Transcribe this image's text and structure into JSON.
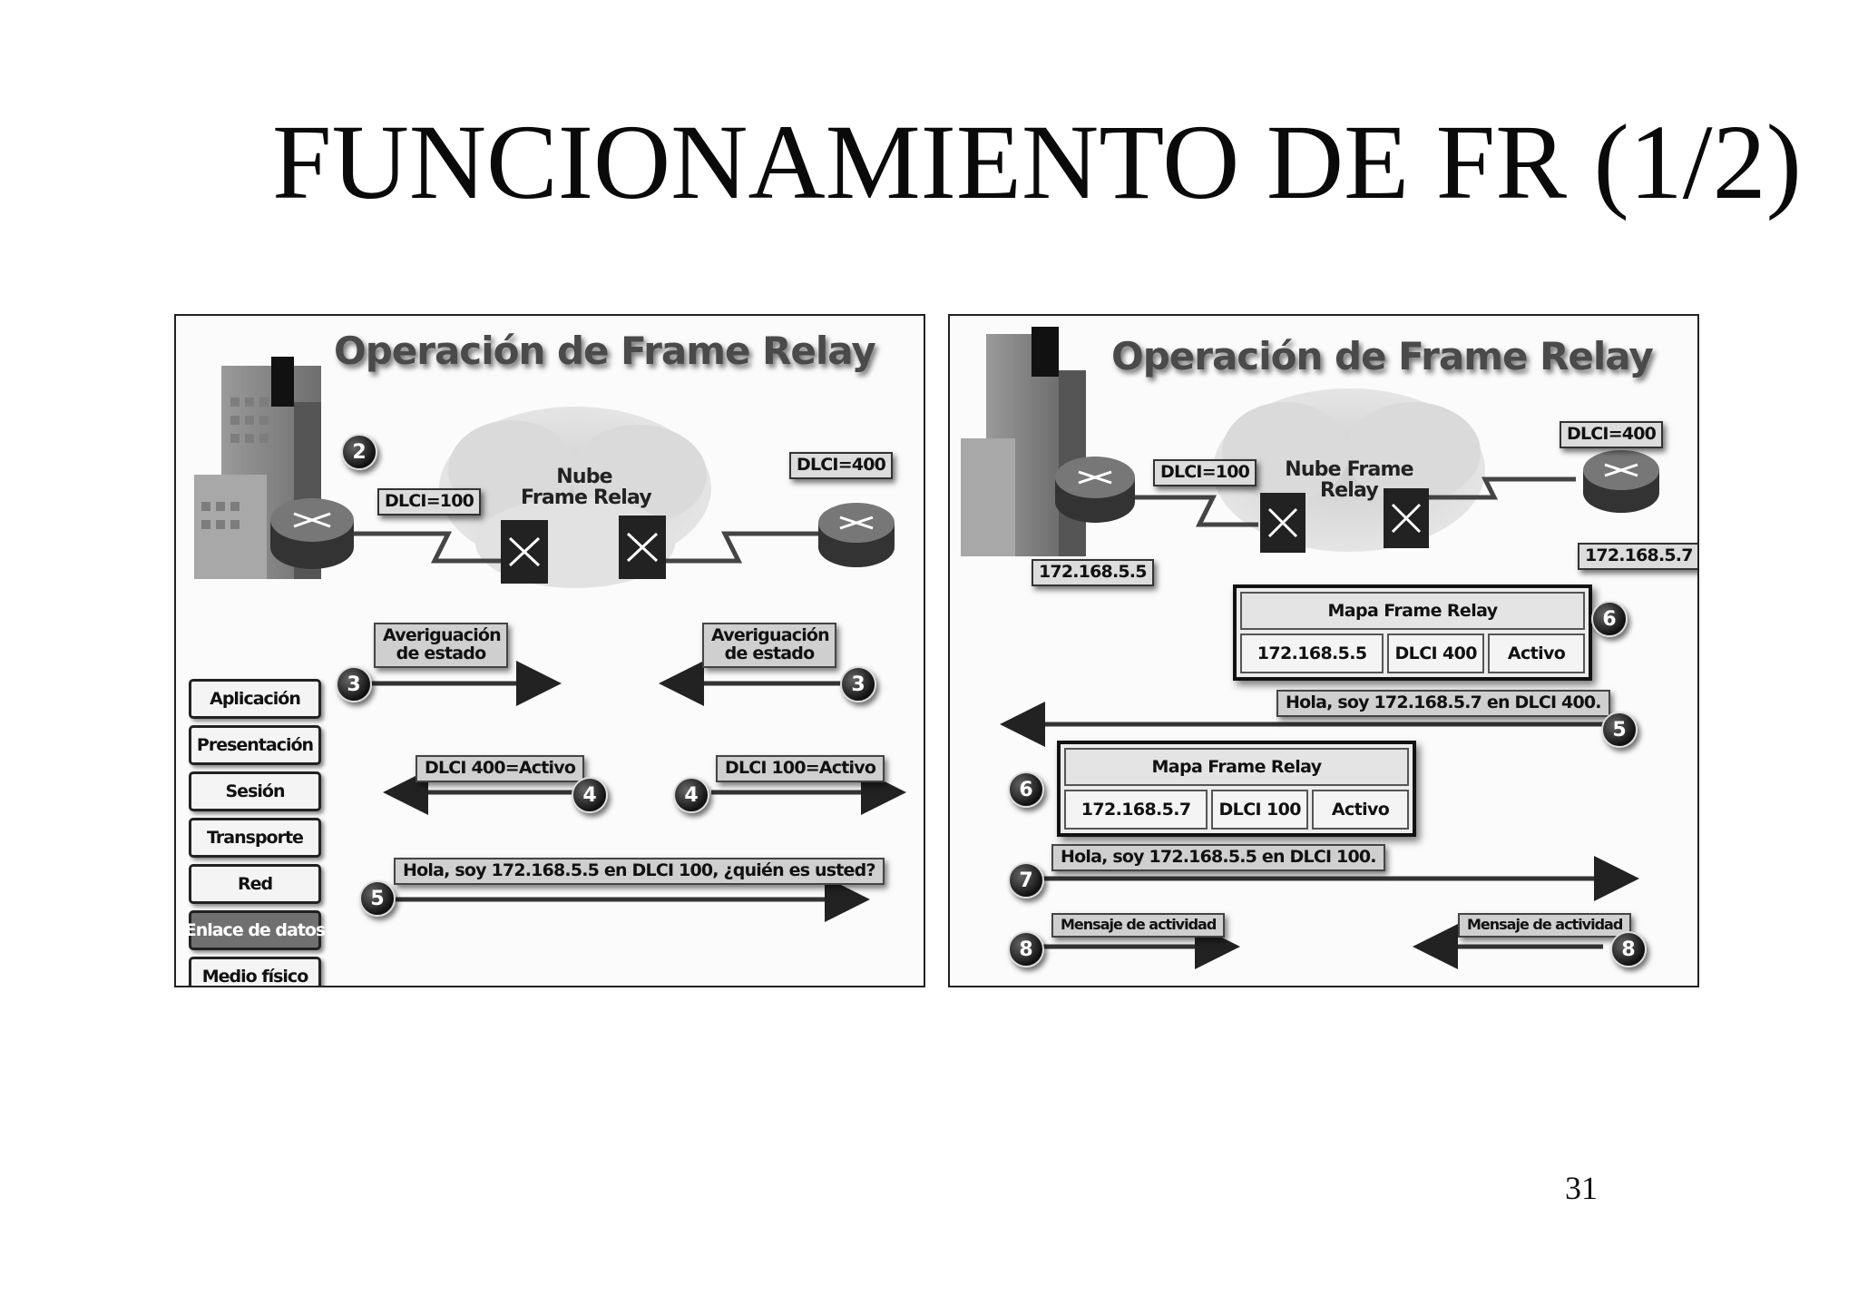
{
  "slide": {
    "title": "FUNCIONAMIENTO DE FR (1/2)",
    "page_number": "31"
  },
  "left_panel": {
    "heading": "Operación de Frame Relay",
    "dlci_local": "DLCI=100",
    "dlci_remote": "DLCI=400",
    "cloud_label_line1": "Nube",
    "cloud_label_line2": "Frame Relay",
    "step2": "2",
    "step3": "3",
    "step4": "4",
    "step5": "5",
    "status_inquiry_left_line1": "Averiguación",
    "status_inquiry_left_line2": "de estado",
    "status_inquiry_right_line1": "Averiguación",
    "status_inquiry_right_line2": "de estado",
    "dlci400_active": "DLCI 400=Activo",
    "dlci100_active": "DLCI 100=Activo",
    "hello_message": "Hola, soy 172.168.5.5 en DLCI 100, ¿quién es usted?",
    "osi_layers": [
      "Aplicación",
      "Presentación",
      "Sesión",
      "Transporte",
      "Red",
      "Enlace de datos",
      "Medio físico"
    ],
    "highlighted_layer": "Enlace de datos"
  },
  "right_panel": {
    "heading": "Operación de Frame Relay",
    "dlci_local": "DLCI=100",
    "dlci_remote": "DLCI=400",
    "cloud_label_line1": "Nube Frame",
    "cloud_label_line2": "Relay",
    "ip_local": "172.168.5.5",
    "ip_remote": "172.168.5.7",
    "map_top": {
      "title": "Mapa Frame Relay",
      "ip": "172.168.5.5",
      "dlci": "DLCI 400",
      "status": "Activo"
    },
    "map_bottom": {
      "title": "Mapa Frame Relay",
      "ip": "172.168.5.7",
      "dlci": "DLCI 100",
      "status": "Activo"
    },
    "step5": "5",
    "step6": "6",
    "step7": "7",
    "step8": "8",
    "hello_from_remote": "Hola, soy 172.168.5.7 en DLCI 400.",
    "hello_from_local": "Hola, soy 172.168.5.5 en DLCI 100.",
    "keepalive_left": "Mensaje de actividad",
    "keepalive_right": "Mensaje de actividad"
  }
}
